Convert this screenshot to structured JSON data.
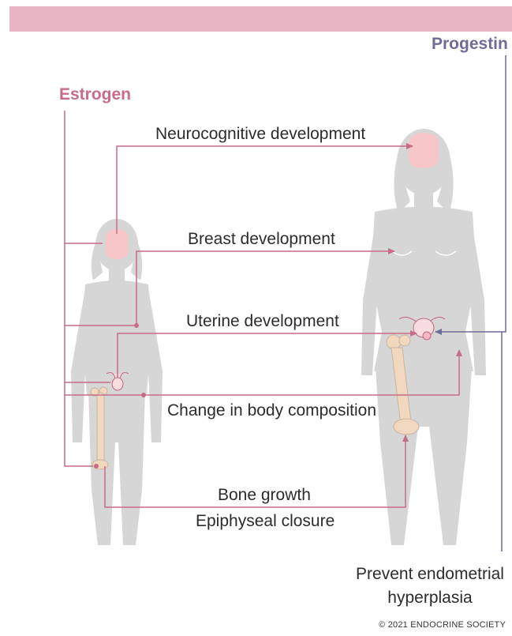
{
  "labels": {
    "estrogen": "Estrogen",
    "progestin": "Progestin",
    "neurocognitive": "Neurocognitive development",
    "breast": "Breast development",
    "uterine": "Uterine development",
    "body_composition": "Change in body composition",
    "bone_growth": "Bone growth",
    "epiphyseal": "Epiphyseal closure",
    "endometrial_line1": "Prevent endometrial",
    "endometrial_line2": "hyperplasia",
    "copyright": "© 2021 ENDOCRINE SOCIETY"
  },
  "colors": {
    "estrogen": "#c76c86",
    "progestin": "#6e6c98",
    "silhouette": "#d6d6d6",
    "highlight": "#f6c6c9",
    "bone": "#f2d7bf",
    "header_bar": "#e7b5c3"
  },
  "icons": [
    "girl-silhouette",
    "woman-silhouette",
    "brain-icon",
    "uterus-icon",
    "femur-bone-icon"
  ]
}
